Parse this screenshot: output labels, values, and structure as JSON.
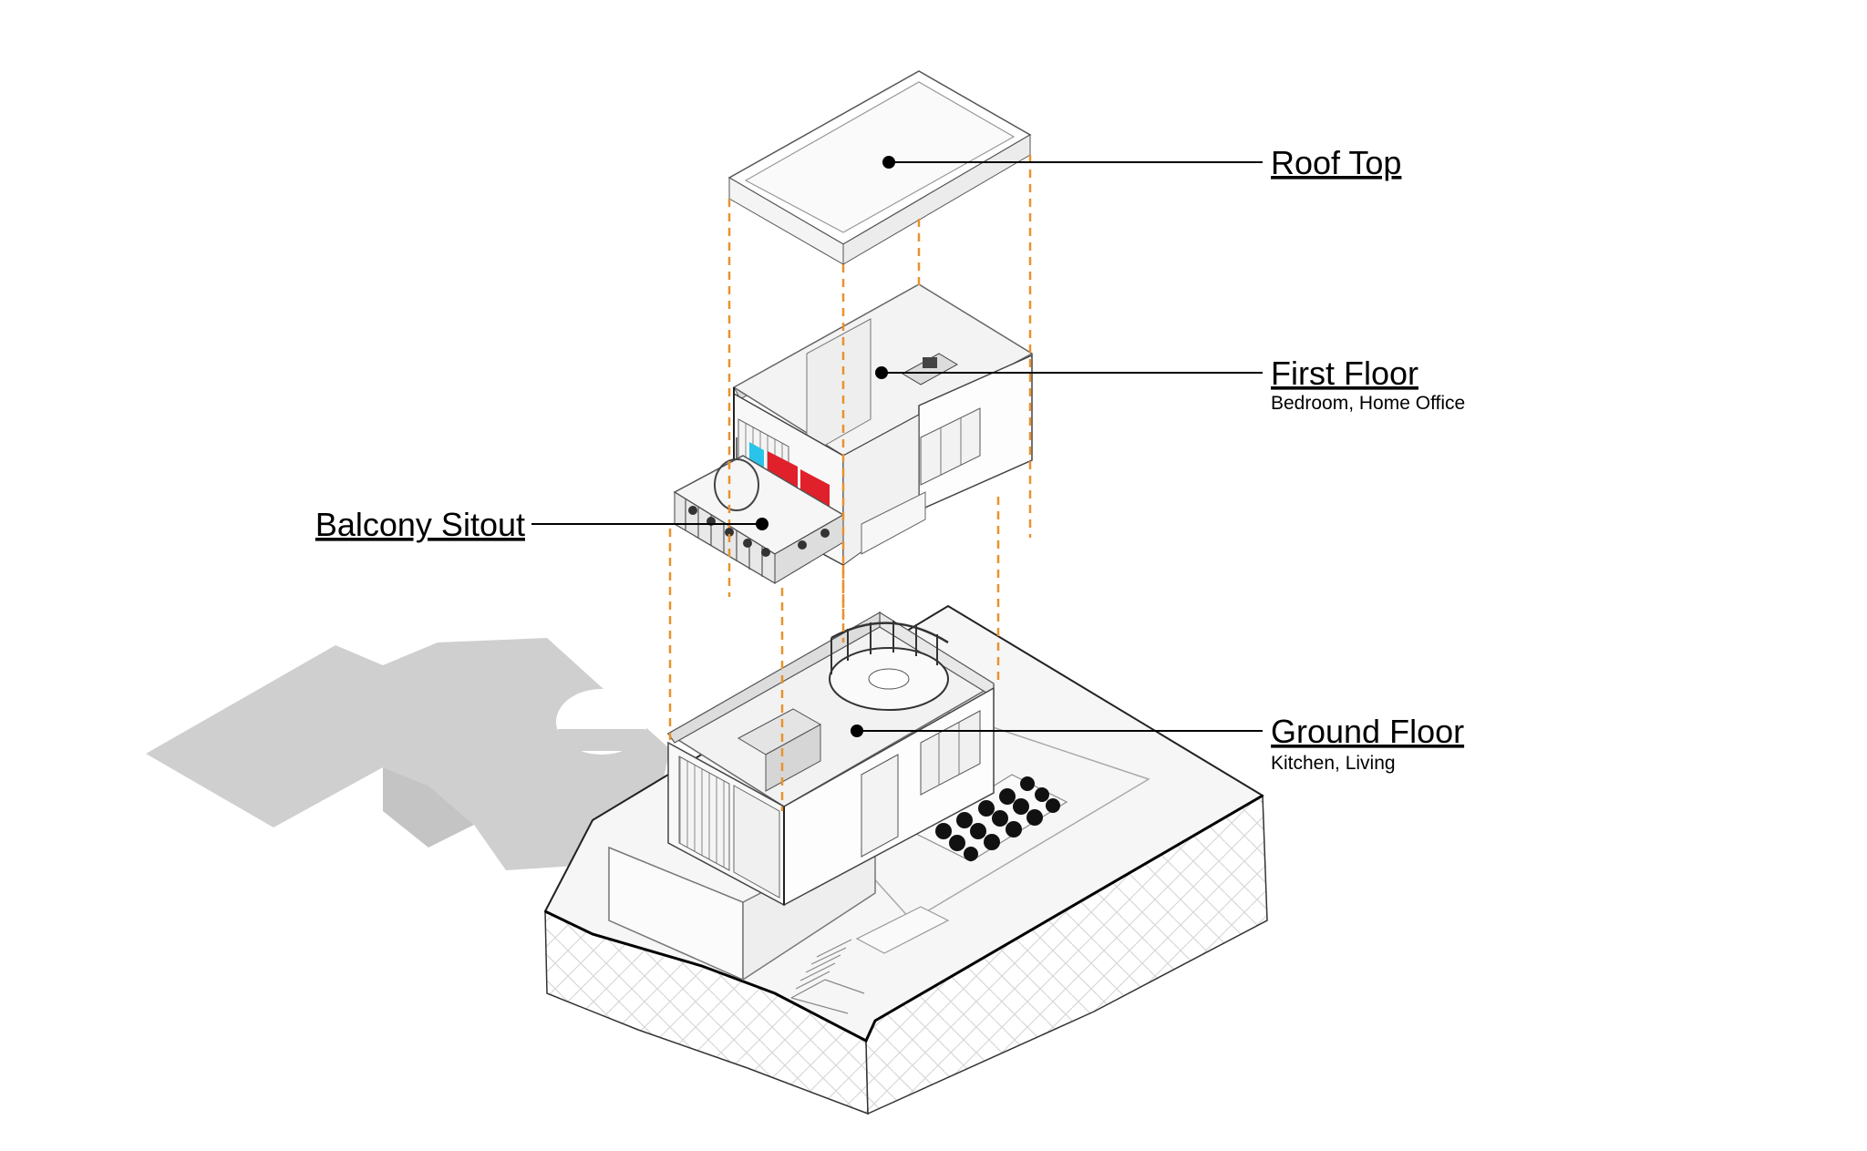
{
  "callouts": {
    "roof_top": {
      "title": "Roof Top"
    },
    "first_floor": {
      "title": "First Floor",
      "subtitle": "Bedroom, Home Office"
    },
    "balcony": {
      "title": "Balcony Sitout"
    },
    "ground_floor": {
      "title": "Ground Floor",
      "subtitle": "Kitchen, Living"
    }
  },
  "colors": {
    "guide_dash": "#e8922e",
    "leader": "#000000",
    "shadow": "#cfcfcf",
    "wall_fill": "#ffffff",
    "wall_stroke": "#555555",
    "accent_red": "#e0202a",
    "accent_cyan": "#29c4ea"
  }
}
